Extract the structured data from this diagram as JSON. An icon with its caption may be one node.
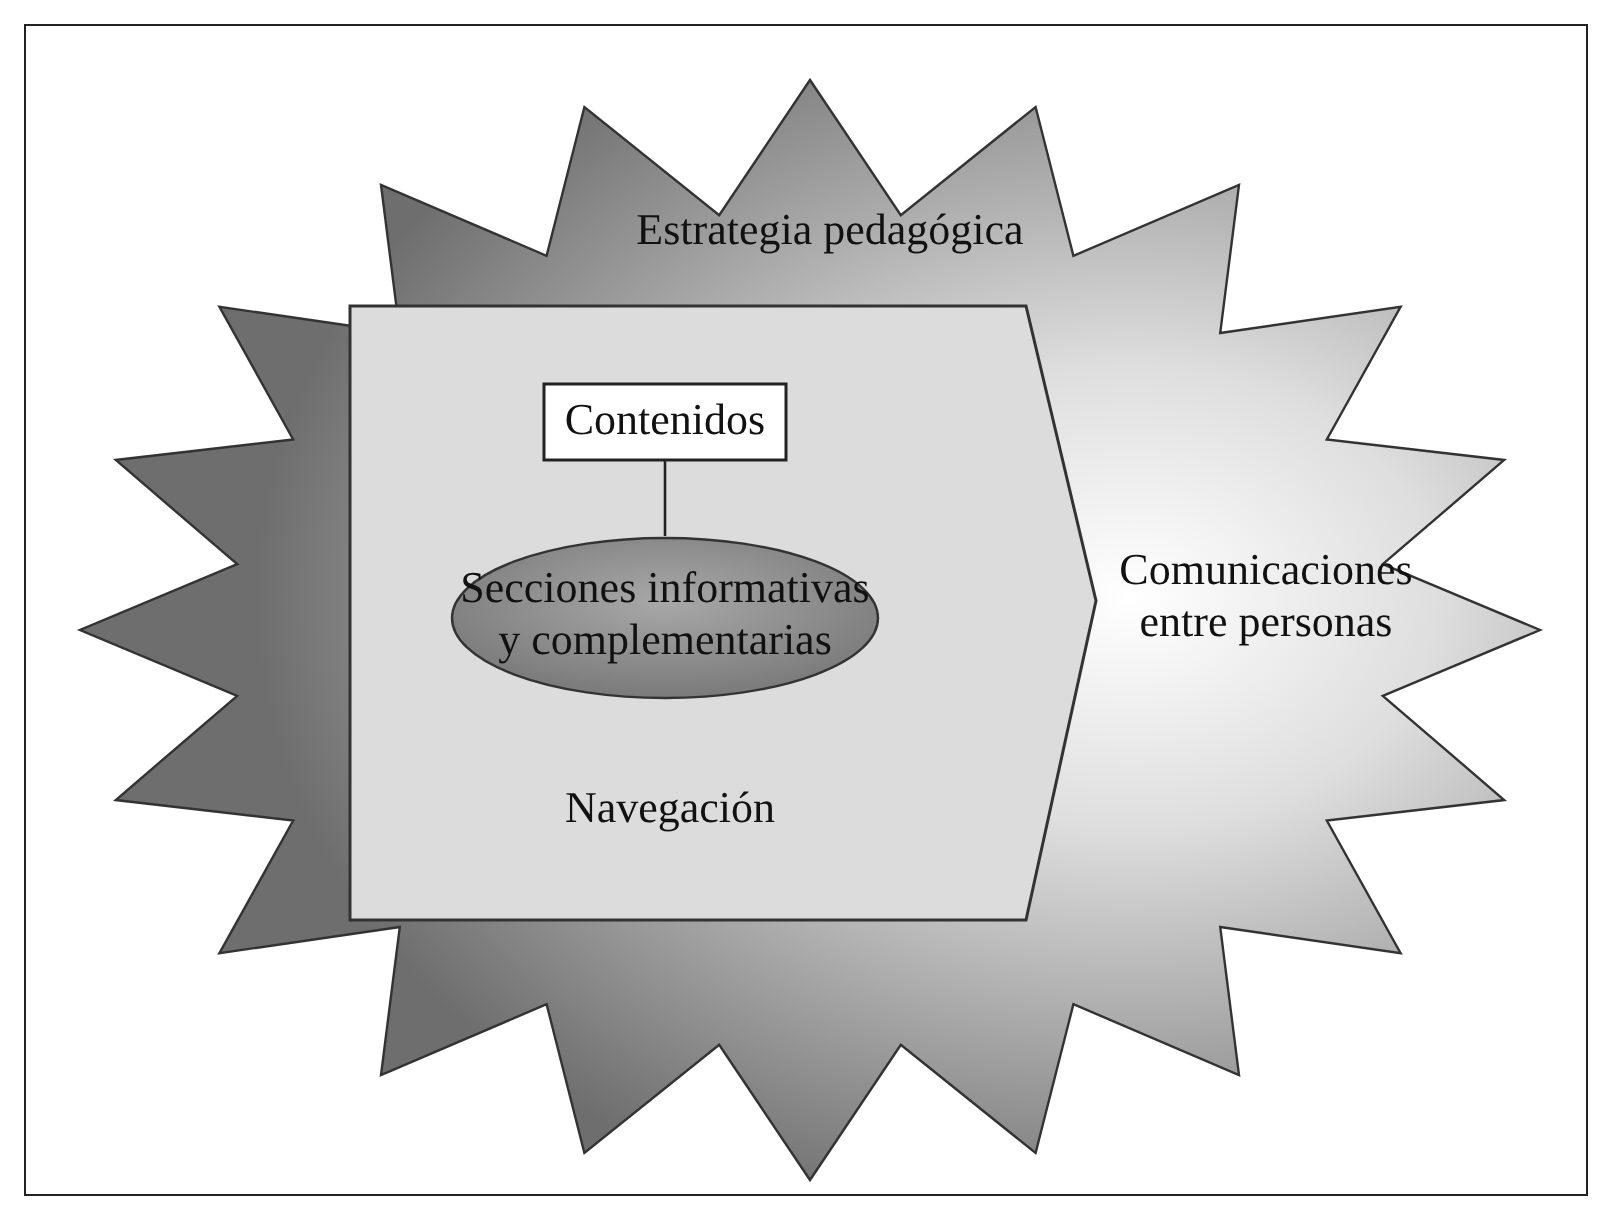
{
  "diagram": {
    "nodes": [
      {
        "text": [
          "Estrategia pedagógica",
          "Comunicaciones entre personas"
        ]
      },
      {
        "text": [
          "Navegación"
        ],
        "in": 0
      },
      {
        "text": [
          "Contenidos"
        ],
        "in": 1
      },
      {
        "text": [
          "Secciones informativas y complementarias"
        ],
        "in": 1
      }
    ],
    "edges": [
      {
        "from": 2,
        "to": 3,
        "arrow": "none"
      }
    ]
  }
}
